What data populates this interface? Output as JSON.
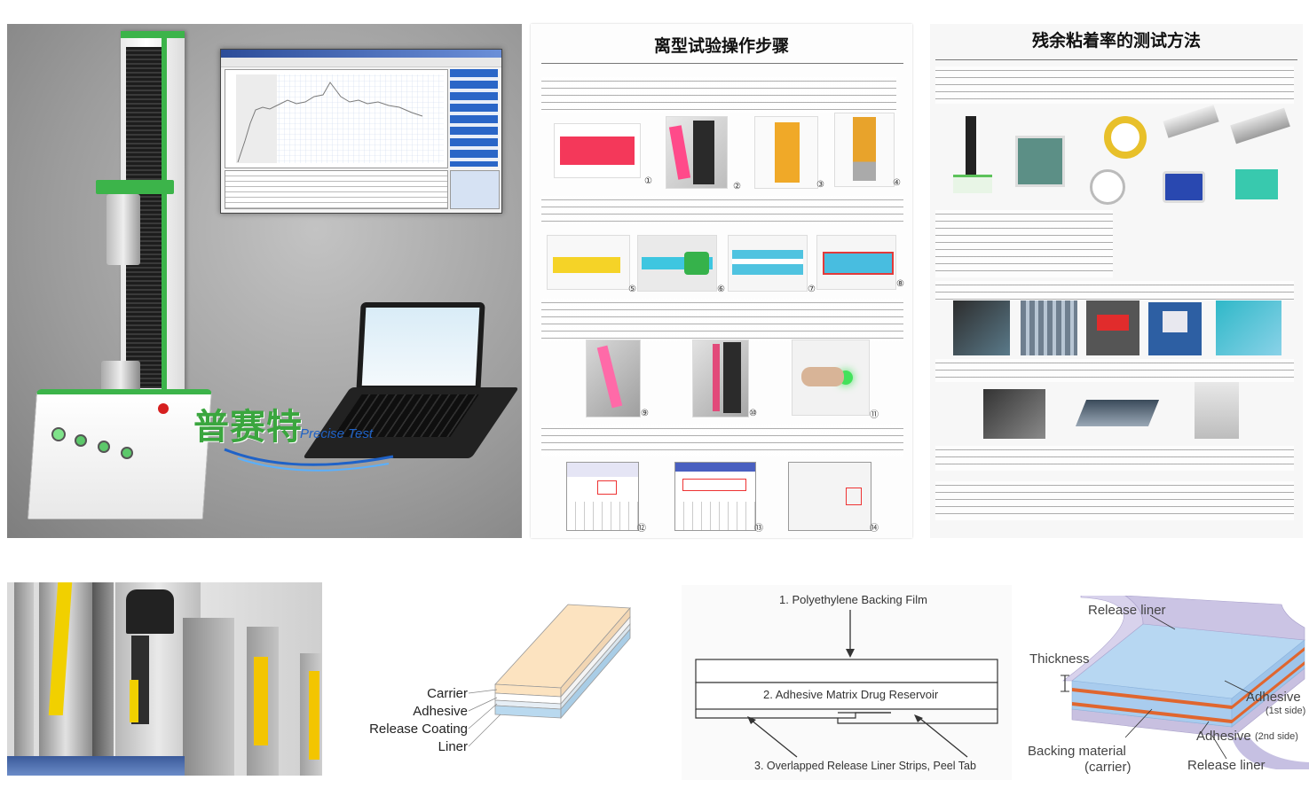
{
  "tester_photo": {
    "brand_cn": "普赛特",
    "brand_en": "Precise Test"
  },
  "release_doc": {
    "title": "离型试验操作步骤",
    "step_numbers": [
      "①",
      "②",
      "③",
      "④",
      "⑤",
      "⑥",
      "⑦",
      "⑧",
      "⑨",
      "⑩",
      "⑪",
      "⑫",
      "⑬",
      "⑭"
    ]
  },
  "residual_doc": {
    "title": "残余粘着率的测试方法"
  },
  "tape_diagram": {
    "labels": [
      "Carrier",
      "Adhesive",
      "Release Coating",
      "Liner"
    ]
  },
  "patch_diagram": {
    "label_top": "1. Polyethylene Backing Film",
    "label_mid": "2. Adhesive Matrix Drug Reservoir",
    "label_bottom": "3. Overlapped Release Liner Strips, Peel Tab"
  },
  "layers_diagram": {
    "release_liner_top": "Release liner",
    "thickness": "Thickness",
    "adhesive_1_main": "Adhesive",
    "adhesive_1_sub": "(1st side)",
    "adhesive_2_main": "Adhesive",
    "adhesive_2_sub": "(2nd side)",
    "backing_1": "Backing material",
    "backing_2": "(carrier)",
    "release_liner_bottom": "Release liner"
  },
  "colors": {
    "tester_bg": "#9a9a9a",
    "tester_green": "#3cb44a",
    "tape_yellow": "#f3d200",
    "carrier_peach": "#fce3c0",
    "liner_blue": "#b9d9ef",
    "adhesive_orange": "#e0662f"
  }
}
